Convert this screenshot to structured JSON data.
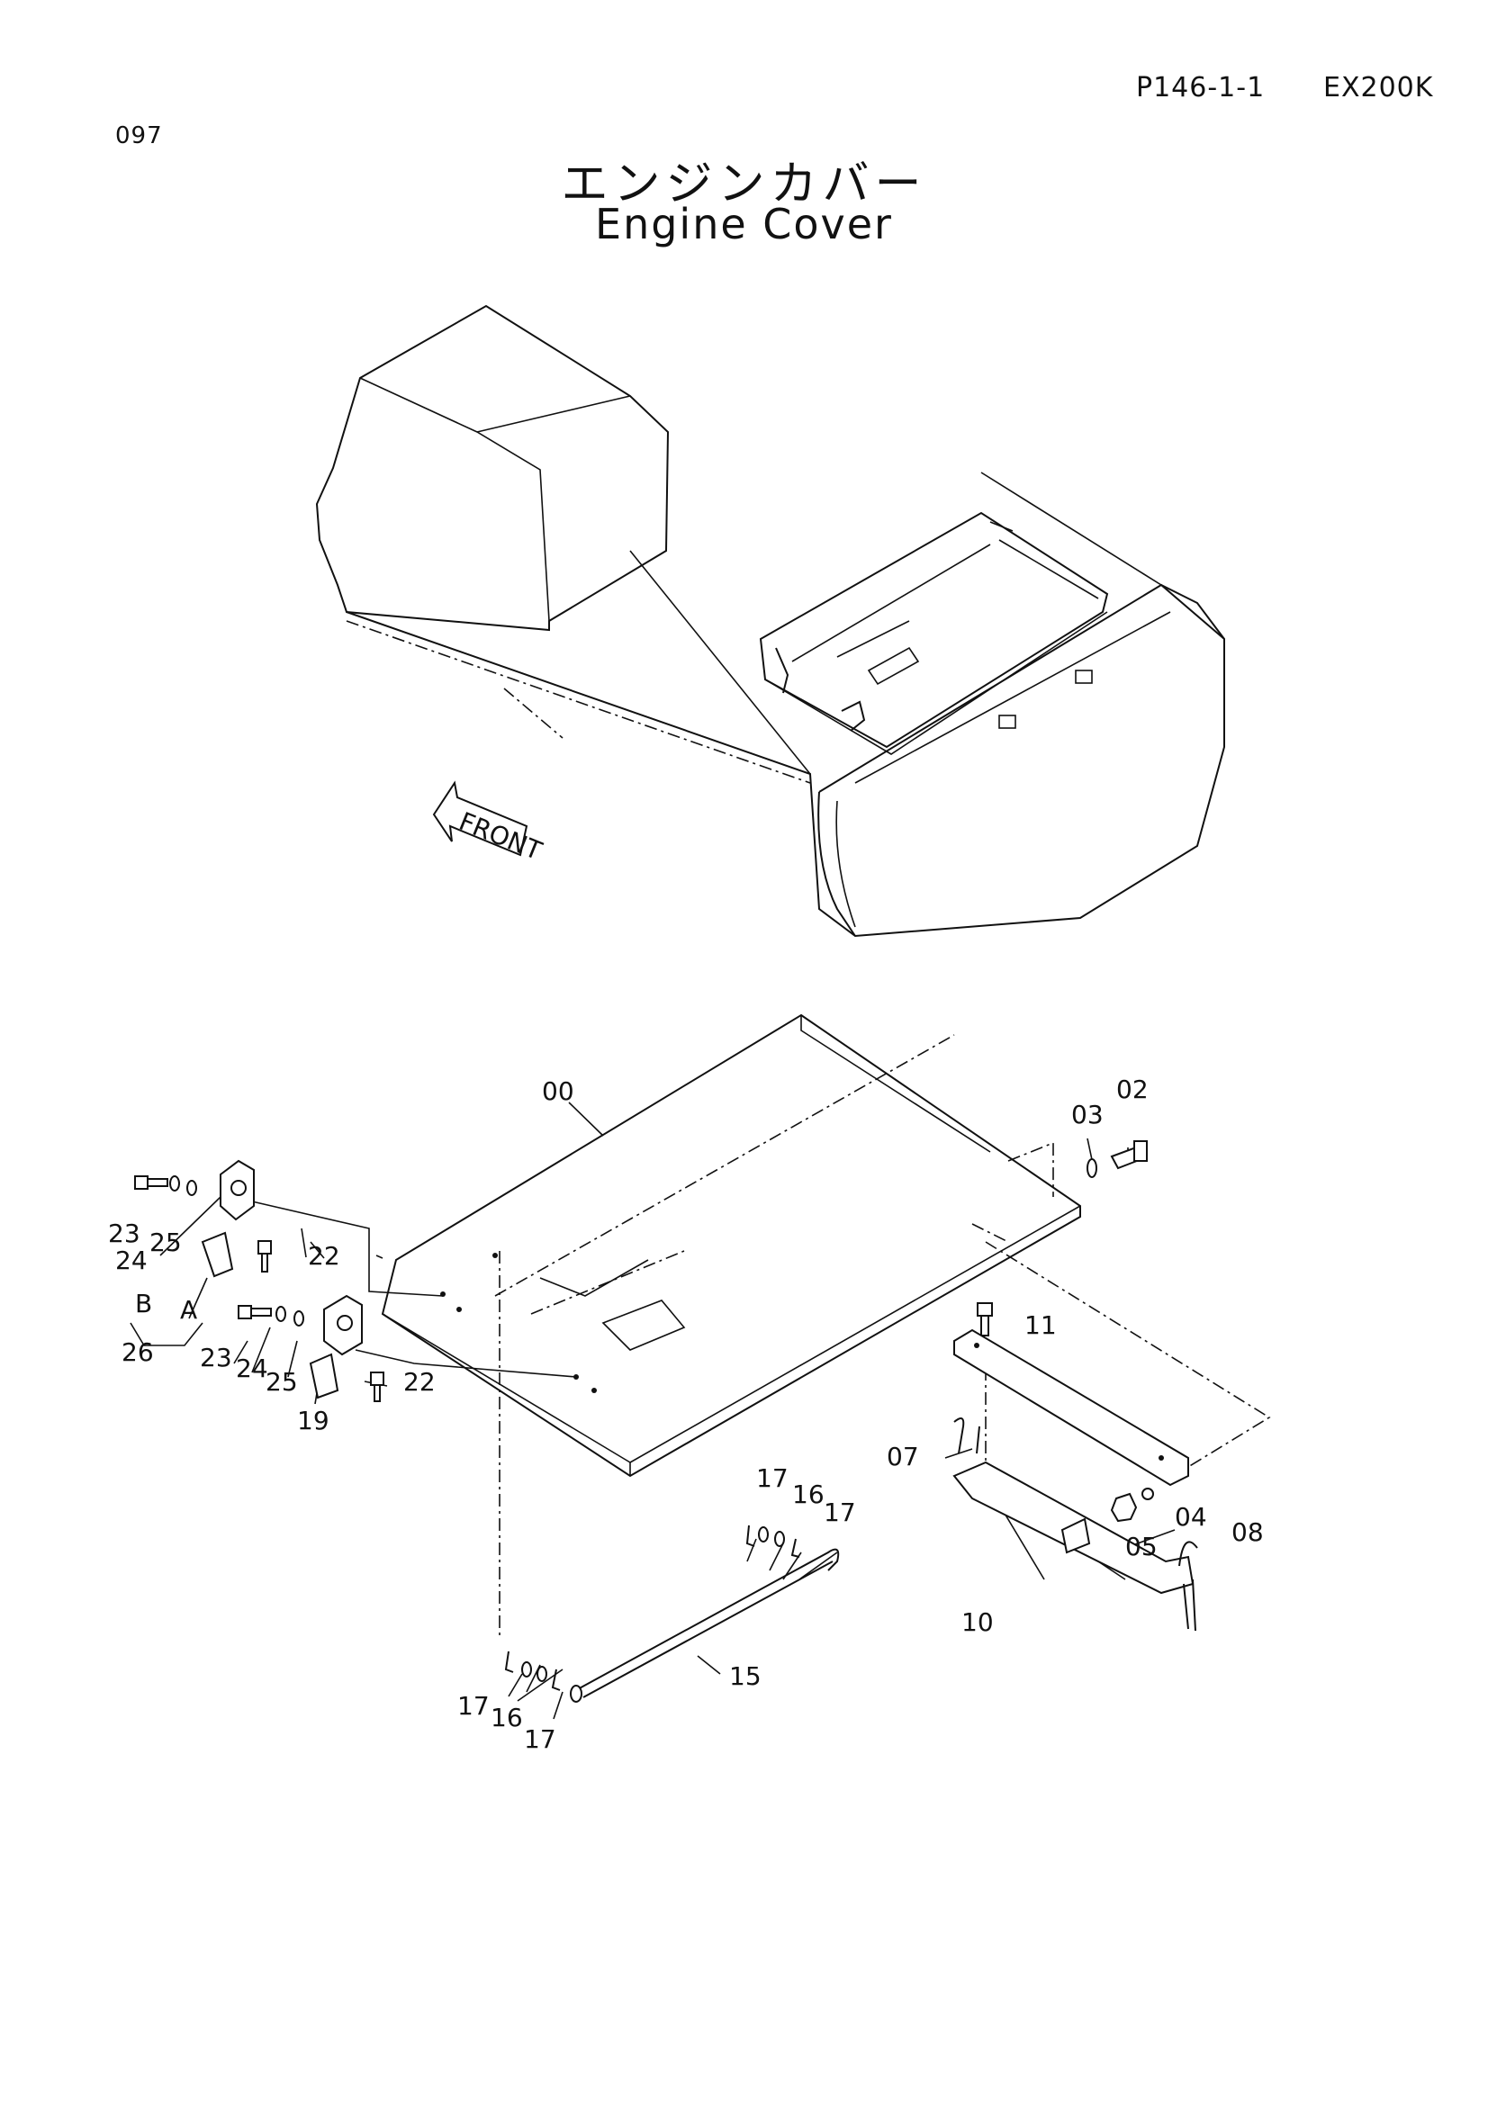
{
  "header": {
    "page_number": "097",
    "page_code": "P146-1-1",
    "model": "EX200K"
  },
  "title": {
    "japanese": "エンジンカバー",
    "english": "Engine Cover"
  },
  "diagram": {
    "front_arrow_label": "FRONT",
    "callouts": {
      "engine_cover": "00",
      "bolt_02": "02",
      "washer_03": "03",
      "washer_04": "04",
      "nut_05": "05",
      "rod_07": "07",
      "rod_08": "08",
      "bracket_10": "10",
      "bolt_11": "11",
      "stay_15": "15",
      "washer_16_top": "16",
      "washer_16_bottom": "16",
      "pin_17_top_left": "17",
      "pin_17_top_right": "17",
      "pin_17_bottom_left": "17",
      "pin_17_bottom_right": "17",
      "lock_19": "19",
      "bolt_22_upper": "22",
      "bolt_22_lower": "22",
      "bolt_23_upper": "23",
      "bolt_23_lower": "23",
      "washer_24_upper": "24",
      "washer_24_lower": "24",
      "washer_25_upper": "25",
      "washer_25_lower": "25",
      "lock_assy_26": "26",
      "letter_a": "A",
      "letter_b": "B"
    }
  }
}
